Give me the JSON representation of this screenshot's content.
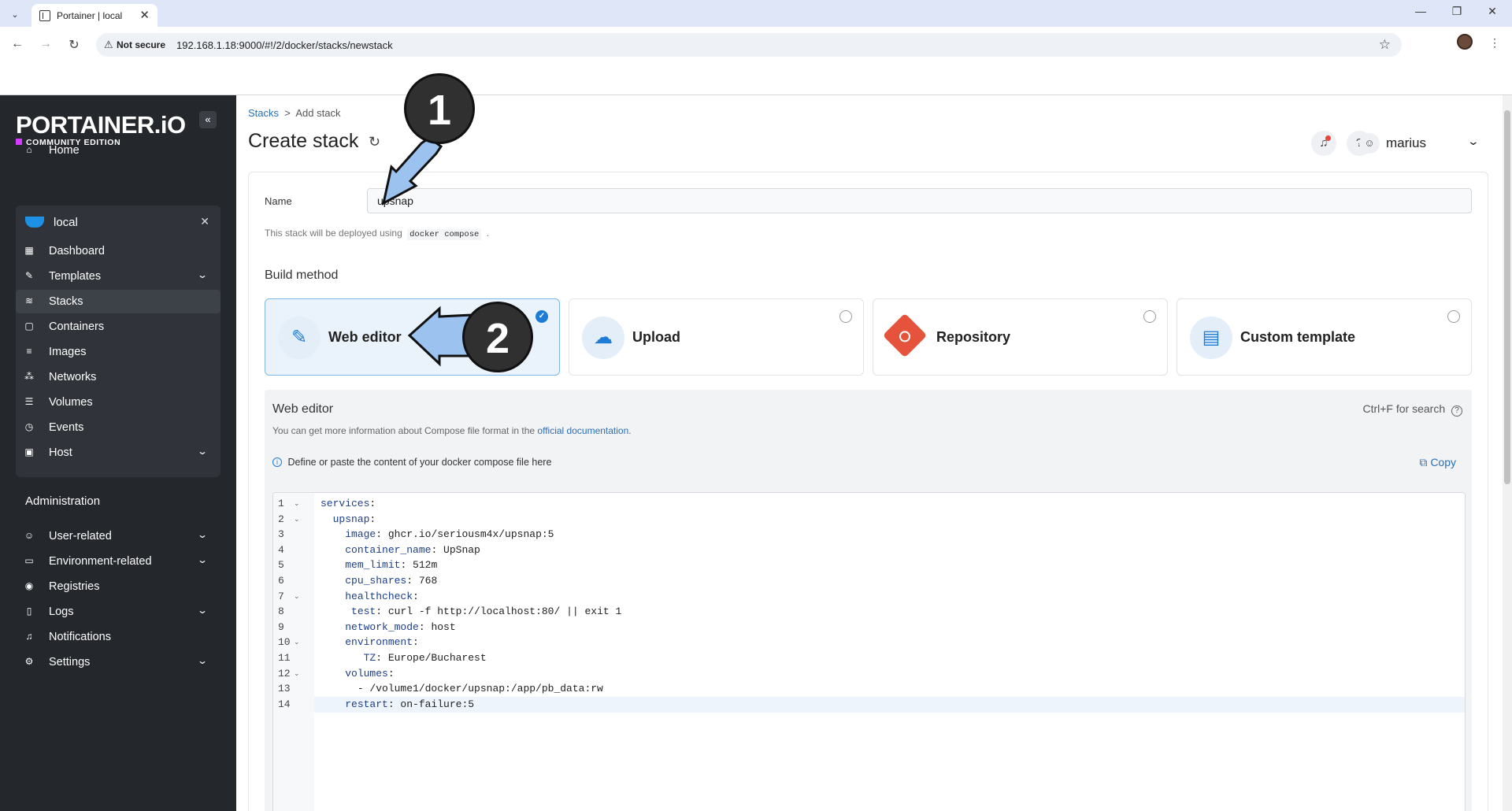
{
  "browser": {
    "tab_title": "Portainer | local",
    "security_label": "Not secure",
    "url": "192.168.1.18:9000/#!/2/docker/stacks/newstack"
  },
  "sidebar": {
    "logo": "PORTAINER.iO",
    "edition": "COMMUNITY EDITION",
    "home": "Home",
    "environment": "local",
    "env_items": [
      {
        "label": "Dashboard",
        "icon": "dashboard-icon"
      },
      {
        "label": "Templates",
        "icon": "edit-icon"
      },
      {
        "label": "Stacks",
        "icon": "layers-icon"
      },
      {
        "label": "Containers",
        "icon": "cube-icon"
      },
      {
        "label": "Images",
        "icon": "list-icon"
      },
      {
        "label": "Networks",
        "icon": "network-icon"
      },
      {
        "label": "Volumes",
        "icon": "database-icon"
      },
      {
        "label": "Events",
        "icon": "clock-icon"
      },
      {
        "label": "Host",
        "icon": "host-icon"
      }
    ],
    "administration_title": "Administration",
    "admin_items": [
      {
        "label": "User-related"
      },
      {
        "label": "Environment-related"
      },
      {
        "label": "Registries"
      },
      {
        "label": "Logs"
      },
      {
        "label": "Notifications"
      },
      {
        "label": "Settings"
      }
    ]
  },
  "header": {
    "breadcrumb_root": "Stacks",
    "breadcrumb_sep": ">",
    "breadcrumb_current": "Add stack",
    "title": "Create stack",
    "username": "marius"
  },
  "form": {
    "name_label": "Name",
    "name_value": "upsnap",
    "deploy_note_prefix": "This stack will be deployed using",
    "deploy_note_code": "docker compose",
    "deploy_note_suffix": ".",
    "build_method_title": "Build method",
    "build_methods": [
      {
        "label": "Web editor",
        "selected": true
      },
      {
        "label": "Upload",
        "selected": false
      },
      {
        "label": "Repository",
        "selected": false
      },
      {
        "label": "Custom template",
        "selected": false
      }
    ]
  },
  "editor": {
    "title": "Web editor",
    "search_hint": "Ctrl+F for search",
    "info_prefix": "You can get more information about Compose file format in the",
    "info_link": "official documentation",
    "info_suffix": ".",
    "define_text": "Define or paste the content of your docker compose file here",
    "copy_label": "Copy",
    "lines": [
      {
        "n": "1",
        "fold": true,
        "key": "services",
        "rest": ":",
        "indent": 0
      },
      {
        "n": "2",
        "fold": true,
        "key": "upsnap",
        "rest": ":",
        "indent": 2
      },
      {
        "n": "3",
        "fold": false,
        "key": "image",
        "rest": ": ghcr.io/seriousm4x/upsnap:5",
        "indent": 4
      },
      {
        "n": "4",
        "fold": false,
        "key": "container_name",
        "rest": ": UpSnap",
        "indent": 4
      },
      {
        "n": "5",
        "fold": false,
        "key": "mem_limit",
        "rest": ": 512m",
        "indent": 4
      },
      {
        "n": "6",
        "fold": false,
        "key": "cpu_shares",
        "rest": ": 768",
        "indent": 4
      },
      {
        "n": "7",
        "fold": true,
        "key": "healthcheck",
        "rest": ":",
        "indent": 4
      },
      {
        "n": "8",
        "fold": false,
        "key": "test",
        "rest": ": curl -f http://localhost:80/ || exit 1",
        "indent": 5
      },
      {
        "n": "9",
        "fold": false,
        "key": "network_mode",
        "rest": ": host",
        "indent": 4
      },
      {
        "n": "10",
        "fold": true,
        "key": "environment",
        "rest": ":",
        "indent": 4
      },
      {
        "n": "11",
        "fold": false,
        "key": "TZ",
        "rest": ": Europe/Bucharest",
        "indent": 7
      },
      {
        "n": "12",
        "fold": true,
        "key": "volumes",
        "rest": ":",
        "indent": 4
      },
      {
        "n": "13",
        "fold": false,
        "key": "",
        "rest": "- /volume1/docker/upsnap:/app/pb_data:rw",
        "indent": 6
      },
      {
        "n": "14",
        "fold": false,
        "key": "restart",
        "rest": ": on-failure:5",
        "indent": 4
      }
    ]
  },
  "annotations": {
    "callout_1": "1",
    "callout_2": "2"
  }
}
